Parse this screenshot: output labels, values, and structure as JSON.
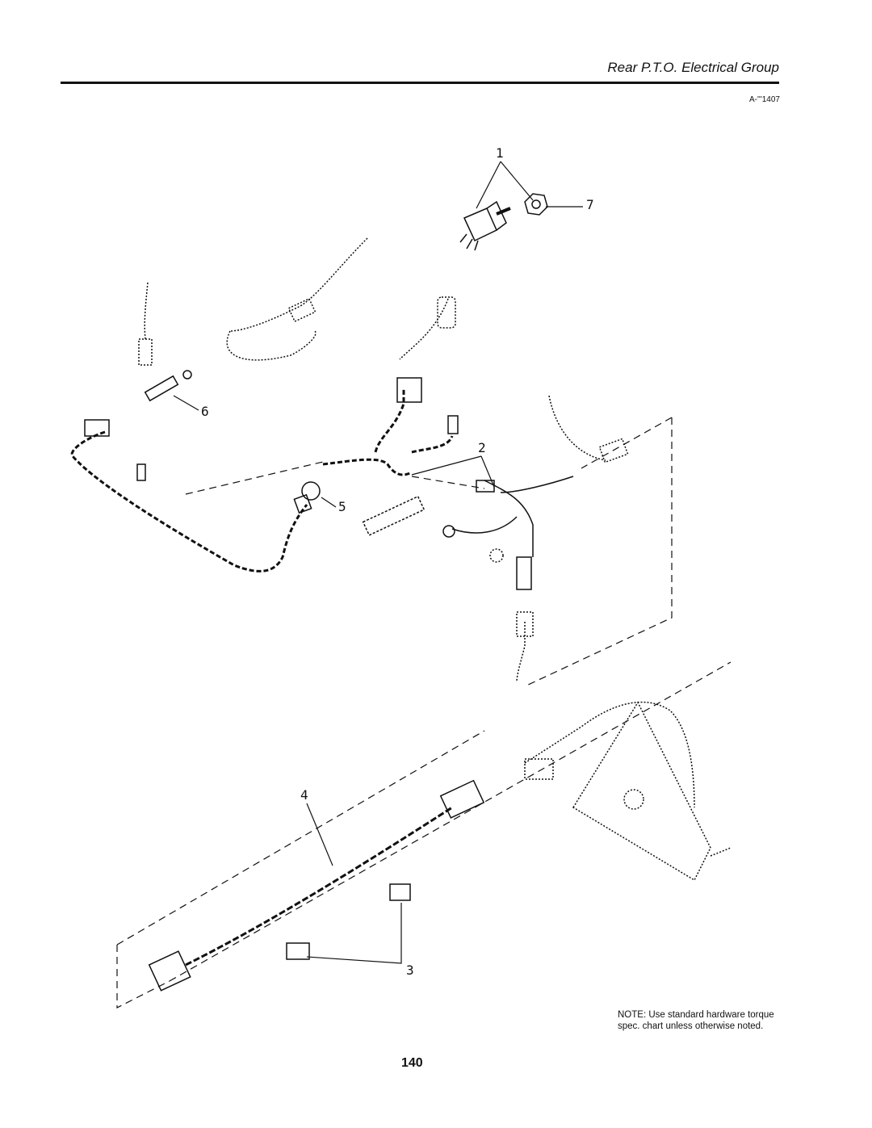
{
  "header": {
    "title": "Rear P.T.O. Electrical Group",
    "reference": "A-'''1407"
  },
  "callouts": [
    "1",
    "7",
    "6",
    "2",
    "5",
    "4",
    "3"
  ],
  "note": "NOTE: Use standard hardware torque spec. chart unless otherwise noted.",
  "page_number": "140"
}
